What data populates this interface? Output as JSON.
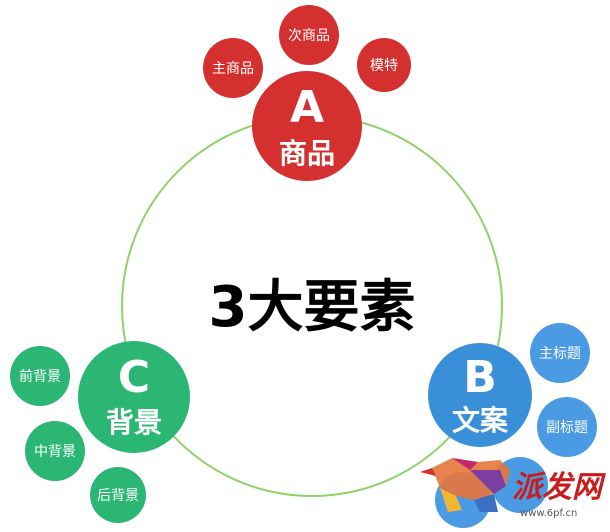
{
  "center": {
    "label": "3大要素",
    "ring_color": "#8fd16a"
  },
  "nodes": {
    "a": {
      "letter": "A",
      "word": "商品",
      "color": "#d4302f",
      "children": [
        "主商品",
        "次商品",
        "模特"
      ]
    },
    "b": {
      "letter": "B",
      "word": "文案",
      "color": "#3a8fd9",
      "small_color": "#4a9be3",
      "children": [
        "主标题",
        "副标题",
        "",
        ""
      ]
    },
    "c": {
      "letter": "C",
      "word": "背景",
      "color": "#2bb673",
      "children": [
        "前背景",
        "中背景",
        "后背景"
      ]
    }
  },
  "watermark": {
    "brand": "派发网",
    "url": "www.6pf.cn"
  }
}
